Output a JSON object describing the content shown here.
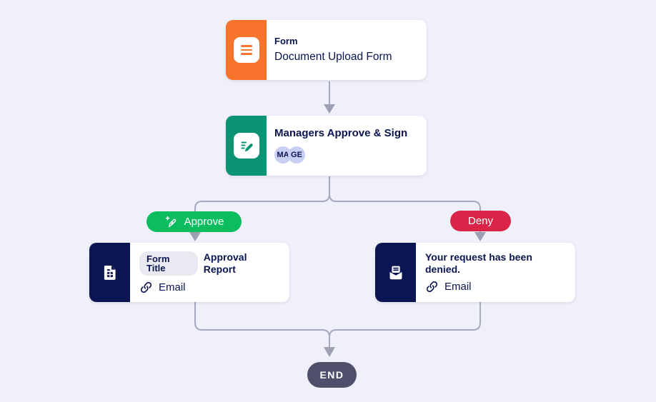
{
  "colors": {
    "background": "#F0F0FA",
    "navy": "#0A1551",
    "orange": "#F8742D",
    "teal": "#0A9474",
    "approve_green": "#0CBD5F",
    "deny_red": "#DA2548",
    "end_gray": "#4D4F6B",
    "connector": "#A6AABF",
    "arrowhead": "#9BA0B3",
    "avatar_bg": "#C9CFF4",
    "chip_bg": "#E8E9F1"
  },
  "flow": {
    "form_node": {
      "kicker": "Form",
      "title": "Document Upload Form"
    },
    "approval_node": {
      "title": "Managers Approve & Sign",
      "avatars": [
        "MA",
        "GE"
      ]
    },
    "approve_branch": {
      "label": "Approve"
    },
    "deny_branch": {
      "label": "Deny"
    },
    "report_node": {
      "chip": "Form Title",
      "title": "Approval Report",
      "channel": "Email"
    },
    "deny_email_node": {
      "title": "Your request has been denied.",
      "channel": "Email"
    },
    "end_node": {
      "label": "END"
    }
  }
}
